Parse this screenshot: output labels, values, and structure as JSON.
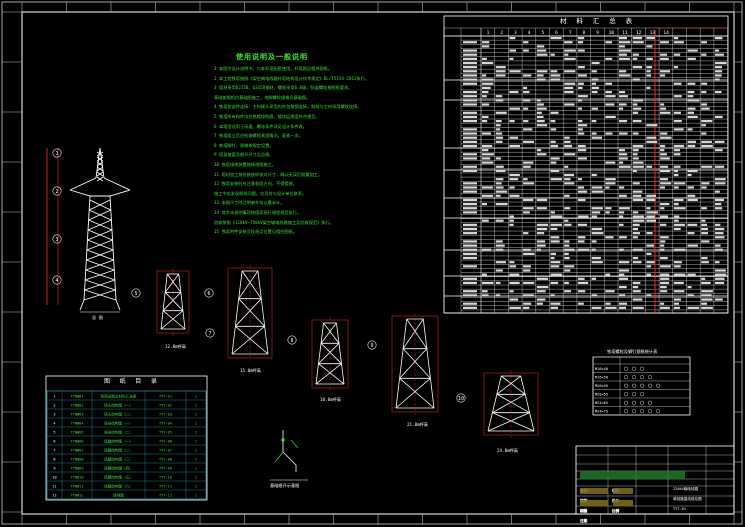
{
  "drawing": {
    "general_notes_title": "使用说明及一般说明",
    "notes": [
      "1 本图为设计说明书，与本杆塔配套使用，杆塔图见相关图纸。",
      "2 本工程铁塔按照《架空输电线路杆塔结构设计技术规定》DL/T5154-2012执行。",
      "3 塔材采用Q235B、Q345B钢材，螺栓采用6.8级，防盗螺栓按图纸要求。",
      "   基础按照相应基础图施工，地脚螺栓规格见基础图。",
      "4 铁塔各部件连接：主材接头采用内外包角钢连接，斜材与主材采用螺栓连接。",
      "5 铁塔所有构件均应热镀锌防腐，镀锌层厚度符合规范。",
      "6 本塔型适用于风速、覆冰条件详见设计条件表。",
      "7 铁塔组立后应检查螺栓紧固情况，复紧一次。",
      "8 铁塔脚钉、爬梯按规定设置。",
      "9 塔身坡度及根开尺寸见总图。",
      "10 铁塔接地装置按接地图施工。",
      "11 塔材加工前应按放样核对尺寸，确认无误后批量加工。",
      "12 铁塔安装时应注意各段方向，不得错装。",
      "   施工中若发现图纸问题，应及时与设计单位联系。",
      "13 本图尺寸除注明者外均以毫米计。",
      "14 其余未说明事项按国家现行规程规范执行。",
      "   验收按照《110kV~750kV架空输电线路施工及验收规范》执行。",
      "15 铁塔附件安装及挂线点位置见相应图纸。"
    ],
    "material_table_title": "材 料 汇 总 表",
    "material_columns": [
      "1",
      "2",
      "3",
      "4",
      "5",
      "6",
      "7",
      "8",
      "9",
      "10",
      "11",
      "12",
      "13",
      "14"
    ],
    "drawing_list_title": "图 纸 目 录",
    "drawing_list_rows": [
      [
        "1",
        "TYNW01",
        "铁塔总图及材料汇总表",
        "TYT-01",
        "1"
      ],
      [
        "2",
        "TYNW02",
        "塔头结构图（一）",
        "TYT-02",
        "1"
      ],
      [
        "3",
        "TYNW03",
        "塔头结构图（二）",
        "TYT-03",
        "1"
      ],
      [
        "4",
        "TYNW04",
        "塔身结构图（一）",
        "TYT-04",
        "1"
      ],
      [
        "5",
        "TYNW05",
        "塔身结构图（二）",
        "TYT-05",
        "1"
      ],
      [
        "6",
        "TYNW06",
        "塔腿结构图（一）",
        "TYT-06",
        "1"
      ],
      [
        "7",
        "TYNW07",
        "塔腿结构图（二）",
        "TYT-07",
        "1"
      ],
      [
        "8",
        "TYNW08",
        "塔腿结构图（三）",
        "TYT-08",
        "1"
      ],
      [
        "9",
        "TYNW09",
        "塔腿结构图（四）",
        "TYT-09",
        "1"
      ],
      [
        "10",
        "TYNW10",
        "塔腿结构图（五）",
        "TYT-10",
        "1"
      ],
      [
        "11",
        "TYNW11",
        "塔腿结构图（六）",
        "TYT-11",
        "1"
      ],
      [
        "12",
        "TYNW12",
        "接地图",
        "TYT-12",
        "1"
      ]
    ],
    "elevation_caption": "总 图",
    "section_captions": [
      "12.0m呼高",
      "15.0m呼高",
      "18.0m呼高",
      "21.0m呼高",
      "24.0m呼高"
    ],
    "section_numbers": [
      "5",
      "6",
      "7",
      "8",
      "9",
      "10"
    ],
    "tower_segment_numbers": [
      "1",
      "2",
      "3",
      "4"
    ],
    "foundation_caption": "基础根开示意图",
    "bolt_table_title": "铁塔螺栓及脚钉规格统计表",
    "bolt_rows": [
      "M16×40",
      "M16×50",
      "M20×45",
      "M20×55",
      "M24×65",
      "M24×75"
    ],
    "title_block": {
      "project": "220kV输电线路",
      "drawing_name": "单回路直线塔总图",
      "drawing_no": "TYT-01",
      "labels": [
        "批准",
        "审核",
        "校核",
        "设计",
        "制图",
        "比例",
        "日期"
      ]
    }
  }
}
